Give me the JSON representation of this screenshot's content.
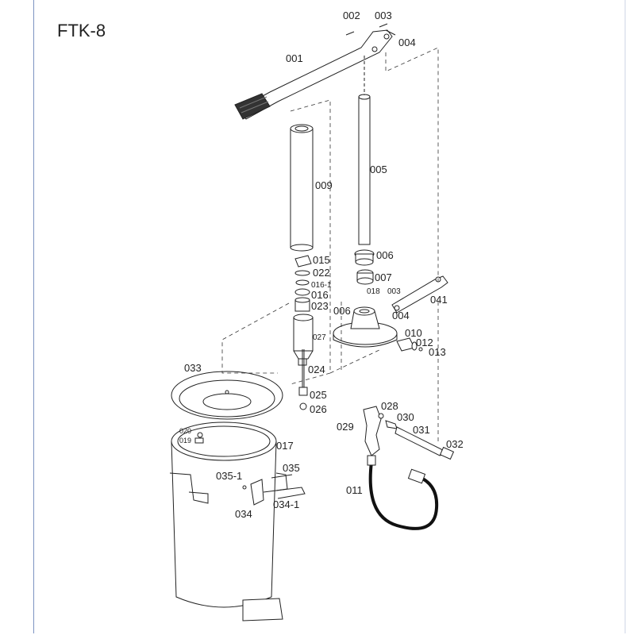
{
  "title": "FTK-8",
  "labels": {
    "p001": "001",
    "p002": "002",
    "p003": "003",
    "p003b": "003",
    "p004": "004",
    "p004b": "004",
    "p005": "005",
    "p006": "006",
    "p006b": "006",
    "p007": "007",
    "p009": "009",
    "p010": "010",
    "p011": "011",
    "p012": "012",
    "p013": "013",
    "p015": "015",
    "p016": "016",
    "p016_1": "016-1",
    "p017": "017",
    "p018": "018",
    "p019": "019",
    "p020": "020",
    "p022": "022",
    "p023": "023",
    "p024": "024",
    "p025": "025",
    "p026": "026",
    "p027": "027",
    "p028": "028",
    "p029": "029",
    "p030": "030",
    "p031": "031",
    "p032": "032",
    "p033": "033",
    "p034": "034",
    "p034_1": "034-1",
    "p035": "035",
    "p035_1": "035-1",
    "p041": "041"
  }
}
